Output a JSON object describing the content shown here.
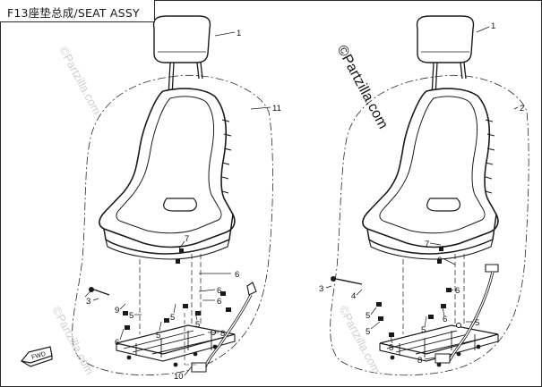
{
  "title": "F13座垫总成/SEAT ASSY",
  "watermark": "©Partzilla.com",
  "callouts": {
    "c1a": "1",
    "c11": "11",
    "c7a": "7",
    "c6a": "6",
    "c6b": "6",
    "c6c": "6",
    "c3a": "3",
    "c9": "9",
    "c5a": "5",
    "c5b": "5",
    "c5c": "5",
    "c5d": "5",
    "c8a": "8",
    "c6d": "6",
    "c10": "10",
    "c1b": "1",
    "c2": "2",
    "c7b": "7",
    "c6e": "6",
    "c6f": "6",
    "c6g": "6",
    "c3b": "3",
    "c4": "4",
    "c5e": "5",
    "c5f": "5",
    "c5g": "5",
    "c5h": "5",
    "c8b": "8"
  },
  "front_badge": "FWD",
  "colors": {
    "line": "#1a1a1a",
    "watermark": "#cfcfcf",
    "background": "#ffffff"
  }
}
